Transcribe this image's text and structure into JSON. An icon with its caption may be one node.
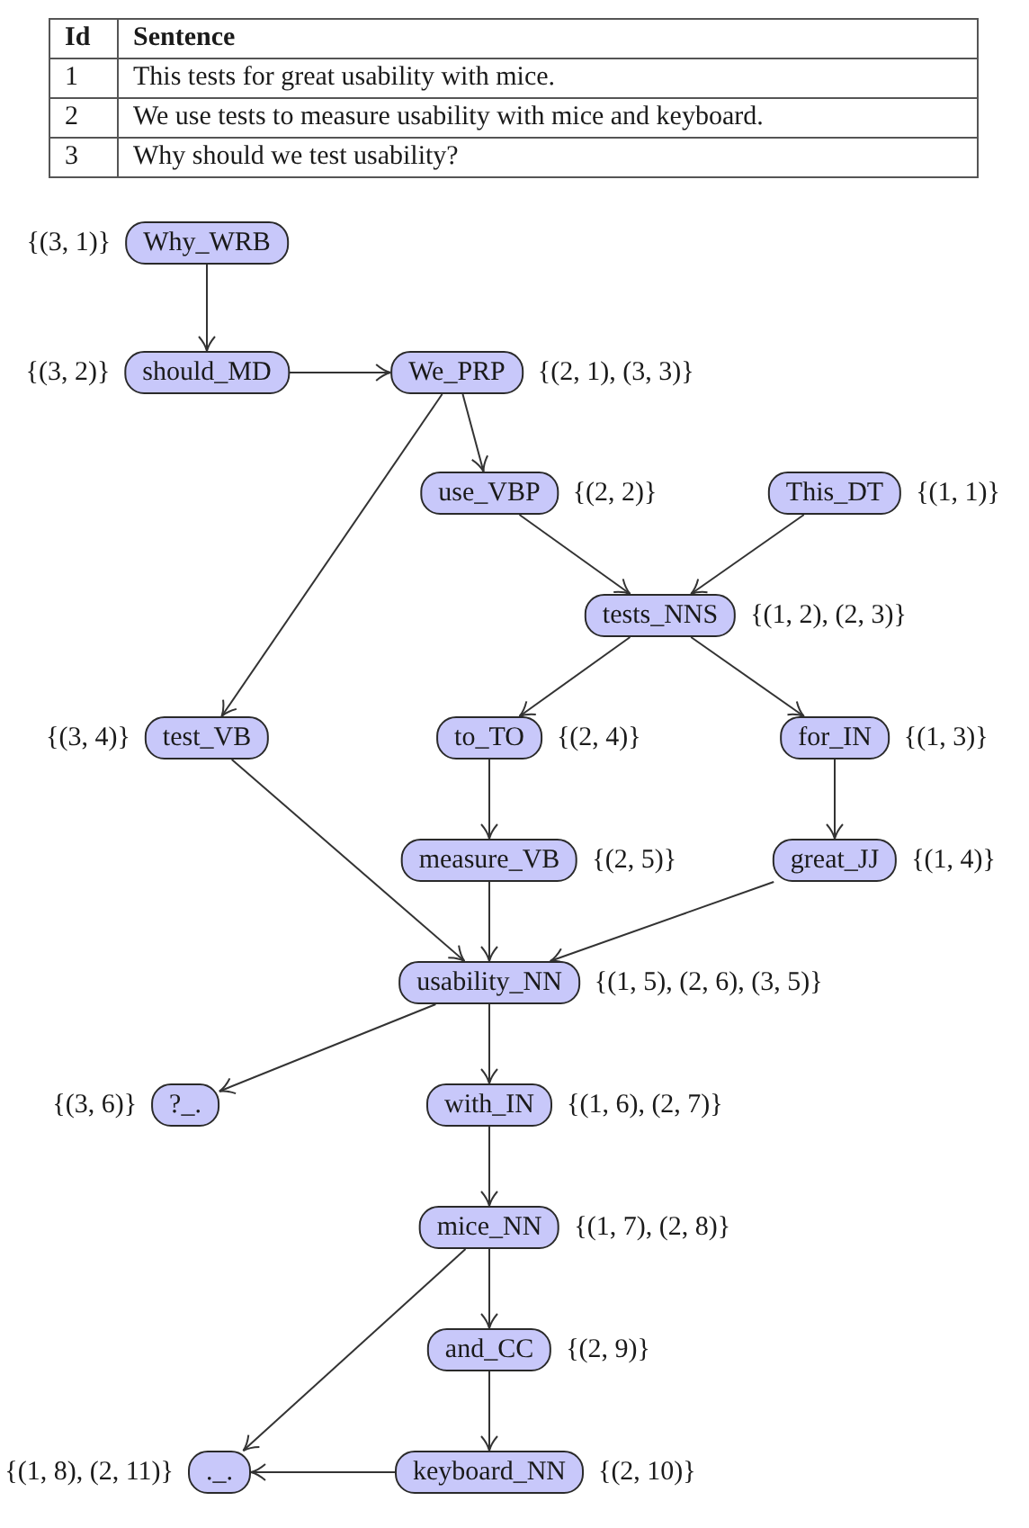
{
  "diagram": {
    "nodes": [
      {
        "text": [
          "Why_WRB"
        ],
        "beside": [
          "{(3, 1)}"
        ]
      },
      {
        "text": [
          "should_MD"
        ],
        "beside": [
          "{(3, 2)}"
        ]
      },
      {
        "text": [
          "We_PRP"
        ],
        "beside": [
          "{(2, 1), (3, 3)}"
        ]
      },
      {
        "text": [
          "use_VBP"
        ],
        "beside": [
          "{(2, 2)}"
        ]
      },
      {
        "text": [
          "This_DT"
        ],
        "beside": [
          "{(1, 1)}"
        ]
      },
      {
        "text": [
          "tests_NNS"
        ],
        "beside": [
          "{(1, 2), (2, 3)}"
        ]
      },
      {
        "text": [
          "test_VB"
        ],
        "beside": [
          "{(3, 4)}"
        ]
      },
      {
        "text": [
          "to_TO"
        ],
        "beside": [
          "{(2, 4)}"
        ]
      },
      {
        "text": [
          "for_IN"
        ],
        "beside": [
          "{(1, 3)}"
        ]
      },
      {
        "text": [
          "measure_VB"
        ],
        "beside": [
          "{(2, 5)}"
        ]
      },
      {
        "text": [
          "great_JJ"
        ],
        "beside": [
          "{(1, 4)}"
        ]
      },
      {
        "text": [
          "usability_NN"
        ],
        "beside": [
          "{(1, 5), (2, 6), (3, 5)}"
        ]
      },
      {
        "text": [
          "?_."
        ],
        "beside": [
          "{(3, 6)}"
        ]
      },
      {
        "text": [
          "with_IN"
        ],
        "beside": [
          "{(1, 6), (2, 7)}"
        ]
      },
      {
        "text": [
          "mice_NN"
        ],
        "beside": [
          "{(1, 7), (2, 8)}"
        ]
      },
      {
        "text": [
          "and_CC"
        ],
        "beside": [
          "{(2, 9)}"
        ]
      },
      {
        "text": [
          "._."
        ],
        "beside": [
          "{(1, 8), (2, 11)}"
        ]
      },
      {
        "text": [
          "keyboard_NN"
        ],
        "beside": [
          "{(2, 10)}"
        ]
      }
    ],
    "edges": [
      {
        "from": 0,
        "to": 1,
        "arrow": "to"
      },
      {
        "from": 1,
        "to": 2,
        "arrow": "to"
      },
      {
        "from": 2,
        "to": 3,
        "arrow": "to"
      },
      {
        "from": 2,
        "to": 6,
        "arrow": "to"
      },
      {
        "from": 3,
        "to": 5,
        "arrow": "to"
      },
      {
        "from": 4,
        "to": 5,
        "arrow": "to"
      },
      {
        "from": 5,
        "to": 7,
        "arrow": "to"
      },
      {
        "from": 5,
        "to": 8,
        "arrow": "to"
      },
      {
        "from": 6,
        "to": 11,
        "arrow": "to"
      },
      {
        "from": 7,
        "to": 9,
        "arrow": "to"
      },
      {
        "from": 9,
        "to": 11,
        "arrow": "to"
      },
      {
        "from": 8,
        "to": 10,
        "arrow": "to"
      },
      {
        "from": 10,
        "to": 11,
        "arrow": "to"
      },
      {
        "from": 11,
        "to": 12,
        "arrow": "to"
      },
      {
        "from": 11,
        "to": 13,
        "arrow": "to"
      },
      {
        "from": 13,
        "to": 14,
        "arrow": "to"
      },
      {
        "from": 14,
        "to": 15,
        "arrow": "to"
      },
      {
        "from": 14,
        "to": 16,
        "arrow": "to"
      },
      {
        "from": 15,
        "to": 17,
        "arrow": "to"
      },
      {
        "from": 17,
        "to": 16,
        "arrow": "to"
      }
    ],
    "labels": [
      "Id",
      "Sentence",
      "1",
      "This tests for great usability with mice.",
      "2",
      "We use tests to measure usability with mice and keyboard.",
      "3",
      "Why should we test usability?"
    ]
  }
}
